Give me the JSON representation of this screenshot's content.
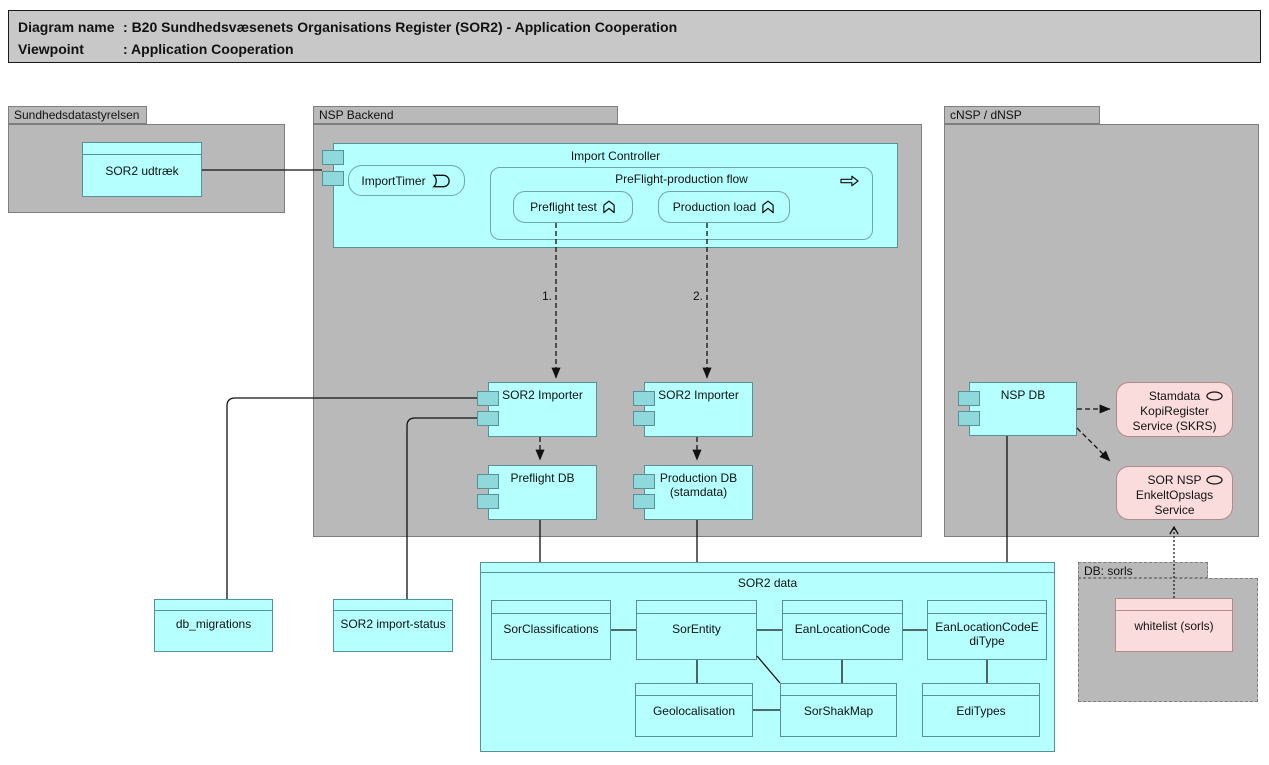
{
  "title_bar": {
    "rows": [
      {
        "label": "Diagram name",
        "colon": ":",
        "value": "B20 Sundhedsvæsenets Organisations Register (SOR2) - Application Cooperation"
      },
      {
        "label": "Viewpoint",
        "colon": ":",
        "value": "Application Cooperation"
      }
    ]
  },
  "groups": {
    "sundhedsdatastyrelsen": {
      "label": "Sundhedsdatastyrelsen"
    },
    "nsp_backend": {
      "label": "NSP Backend"
    },
    "cnsp_dnsp": {
      "label": "cNSP / dNSP"
    },
    "db_sorls": {
      "label": "DB: sorls"
    }
  },
  "nodes": {
    "sor2_udtraek": {
      "label": "SOR2 udtræk",
      "type": "data-object"
    },
    "import_controller": {
      "label": "Import Controller",
      "type": "application-component"
    },
    "import_timer": {
      "label": "ImportTimer",
      "icon": "event-icon"
    },
    "preflight_flow": {
      "label": "PreFlight-production flow",
      "icon": "process-arrow-icon"
    },
    "preflight_test": {
      "label": "Preflight test",
      "icon": "function-icon"
    },
    "production_load": {
      "label": "Production load",
      "icon": "function-icon"
    },
    "sor2_importer_left": {
      "label": "SOR2 Importer",
      "type": "application-component"
    },
    "sor2_importer_right": {
      "label": "SOR2 Importer",
      "type": "application-component"
    },
    "preflight_db": {
      "label": "Preflight DB",
      "type": "application-component"
    },
    "production_db": {
      "label": "Production DB (stamdata)",
      "type": "application-component"
    },
    "nsp_db": {
      "label": "NSP DB",
      "type": "application-component"
    },
    "skrs_service": {
      "label": "Stamdata KopiRegister Service (SKRS)",
      "icon": "service-oval-icon"
    },
    "sor_nsp_service": {
      "label": "SOR NSP EnkeltOpslags Service",
      "icon": "service-oval-icon"
    },
    "db_migrations": {
      "label": "db_migrations",
      "type": "data-object"
    },
    "sor2_import_status": {
      "label": "SOR2 import-status",
      "type": "data-object"
    },
    "sor2_data": {
      "label": "SOR2 data",
      "type": "data-object"
    },
    "sor_classifications": {
      "label": "SorClassifications",
      "type": "data-object"
    },
    "sor_entity": {
      "label": "SorEntity",
      "type": "data-object"
    },
    "ean_location_code": {
      "label": "EanLocationCode",
      "type": "data-object"
    },
    "ean_location_code_edi_type": {
      "label": "EanLocationCodeEdiType",
      "type": "data-object"
    },
    "geolocalisation": {
      "label": "Geolocalisation",
      "type": "data-object"
    },
    "sor_shak_map": {
      "label": "SorShakMap",
      "type": "data-object"
    },
    "edi_types": {
      "label": "EdiTypes",
      "type": "data-object"
    },
    "whitelist_sorls": {
      "label": "whitelist (sorls)",
      "type": "data-object"
    }
  },
  "flow_labels": {
    "step1": "1.",
    "step2": "2."
  },
  "colors": {
    "application_cyan": "#b5ffff",
    "port_cyan": "#8fd8dc",
    "service_pink": "#fbdcdd",
    "group_gray": "#b9b9b9",
    "title_gray": "#c8c8c8",
    "connector_black": "#000000"
  },
  "connections": [
    {
      "from": "SOR2 udtræk",
      "to": "Import Controller",
      "style": "solid"
    },
    {
      "from": "Preflight test",
      "to": "SOR2 Importer (left)",
      "style": "dashed-arrow",
      "label": "1."
    },
    {
      "from": "Production load",
      "to": "SOR2 Importer (right)",
      "style": "dashed-arrow",
      "label": "2."
    },
    {
      "from": "SOR2 Importer (left)",
      "to": "Preflight DB",
      "style": "dashed-arrow"
    },
    {
      "from": "SOR2 Importer (right)",
      "to": "Production DB (stamdata)",
      "style": "dashed-arrow"
    },
    {
      "from": "db_migrations",
      "to": "SOR2 Importer (left)",
      "style": "solid"
    },
    {
      "from": "SOR2 import-status",
      "to": "SOR2 Importer (left)",
      "style": "solid"
    },
    {
      "from": "Preflight DB",
      "to": "SOR2 data",
      "style": "solid"
    },
    {
      "from": "Production DB (stamdata)",
      "to": "SOR2 data",
      "style": "solid"
    },
    {
      "from": "NSP DB",
      "to": "SOR2 data",
      "style": "solid"
    },
    {
      "from": "NSP DB",
      "to": "Stamdata KopiRegister Service (SKRS)",
      "style": "dashed-arrow"
    },
    {
      "from": "NSP DB",
      "to": "SOR NSP EnkeltOpslags Service",
      "style": "dashed-arrow"
    },
    {
      "from": "whitelist (sorls)",
      "to": "SOR NSP EnkeltOpslags Service",
      "style": "dotted-open-arrow"
    },
    {
      "from": "SorClassifications",
      "to": "SorEntity",
      "style": "solid"
    },
    {
      "from": "SorEntity",
      "to": "EanLocationCode",
      "style": "solid"
    },
    {
      "from": "EanLocationCode",
      "to": "EanLocationCodeEdiType",
      "style": "solid"
    },
    {
      "from": "SorEntity",
      "to": "Geolocalisation",
      "style": "solid"
    },
    {
      "from": "SorEntity",
      "to": "SorShakMap",
      "style": "solid"
    },
    {
      "from": "EanLocationCode",
      "to": "SorShakMap",
      "style": "solid"
    },
    {
      "from": "EanLocationCodeEdiType",
      "to": "EdiTypes",
      "style": "solid"
    },
    {
      "from": "Geolocalisation",
      "to": "SorShakMap",
      "style": "solid"
    }
  ]
}
